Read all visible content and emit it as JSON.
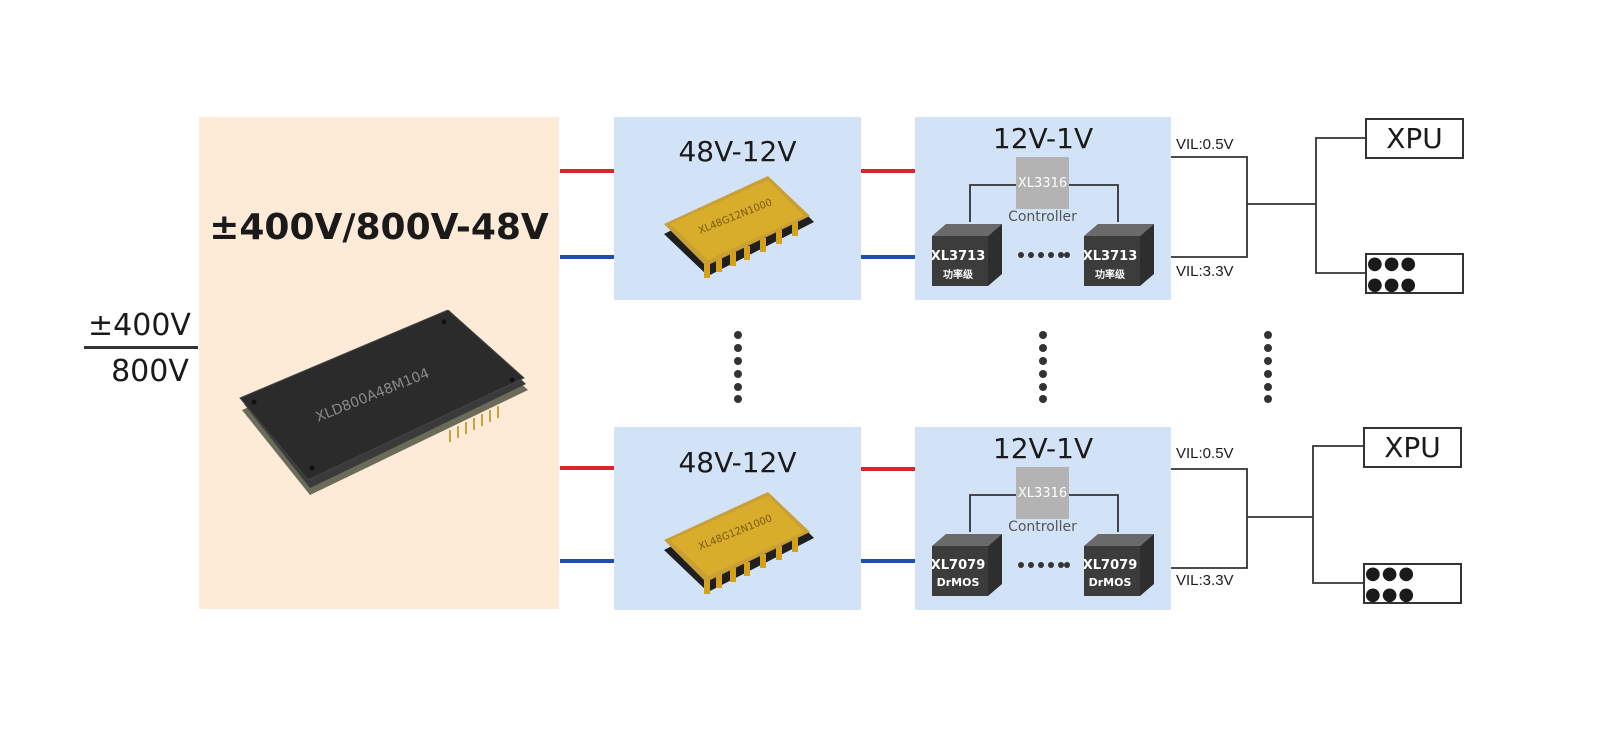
{
  "input": {
    "top_label": "±400V",
    "bottom_label": "800V"
  },
  "stage1": {
    "title": "±400V/800V-48V",
    "module_part": "XLD800A48M104"
  },
  "stage2": {
    "title": "48V-12V",
    "module_part": "XL48G12N1000"
  },
  "stage3_top": {
    "title": "12V-1V",
    "controller_part": "XL3316",
    "controller_label": "Controller",
    "power_part": "XL3713",
    "power_sub": "功率级"
  },
  "stage3_bottom": {
    "title": "12V-1V",
    "controller_part": "XL3316",
    "controller_label": "Controller",
    "power_part": "XL7079",
    "power_sub": "DrMOS"
  },
  "rails": {
    "top": "VIL:0.5V",
    "bottom": "VIL:3.3V"
  },
  "loads": {
    "primary": "XPU",
    "other": "●●● ●●●"
  },
  "colors": {
    "positive_line": "#d9262b",
    "negative_line": "#1f4fa8",
    "orange_block": "#fdebd8",
    "blue_block": "#d3e3f7"
  }
}
